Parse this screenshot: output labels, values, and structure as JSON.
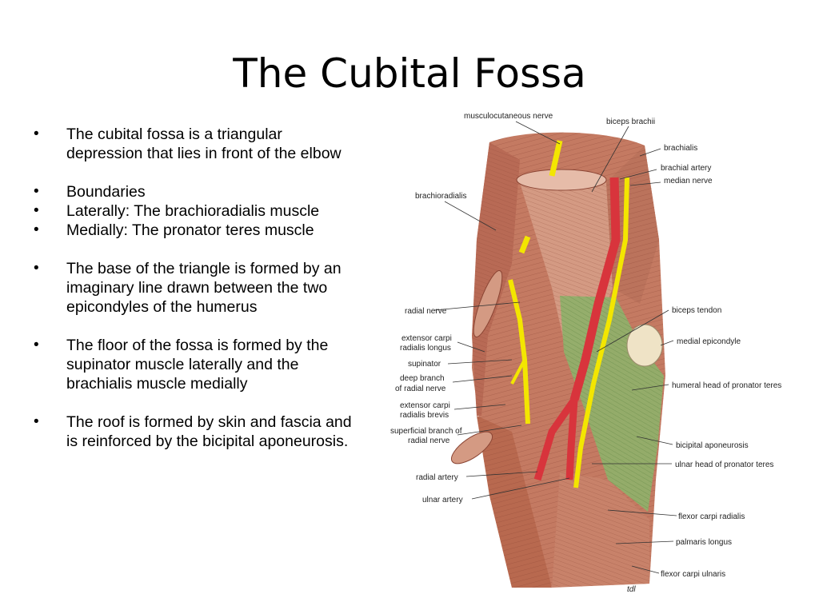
{
  "slide": {
    "title": "The Cubital Fossa",
    "bullets": [
      {
        "text": "The cubital fossa is a triangular depression that lies in front of the elbow",
        "gap_after": true
      },
      {
        "text": "Boundaries",
        "gap_after": false
      },
      {
        "text": "Laterally: The brachioradialis muscle",
        "gap_after": false
      },
      {
        "text": "Medially: The pronator teres muscle",
        "gap_after": true
      },
      {
        "text": "The base of the triangle is formed by an imaginary line drawn between the two epicondyles of the humerus",
        "gap_after": true
      },
      {
        "text": "The floor of the fossa is formed by the supinator muscle laterally and the brachialis muscle medially",
        "gap_after": true
      },
      {
        "text": "The roof is formed by skin and fascia and is reinforced by the bicipital aponeurosis.",
        "gap_after": false
      }
    ],
    "bullet_glyph": "•"
  },
  "figure": {
    "labels_top": [
      "musculocutaneous nerve",
      "biceps brachii"
    ],
    "labels_left": [
      "brachioradialis",
      "radial  nerve",
      "extensor carpi",
      "radialis longus",
      "supinator",
      "deep branch",
      "of radial nerve",
      "extensor carpi",
      "radialis brevis",
      "superficial branch of",
      "radial nerve",
      "radial artery",
      "ulnar artery"
    ],
    "labels_right": [
      "brachialis",
      "brachial artery",
      "median nerve",
      "biceps tendon",
      "medial epicondyle",
      "humeral head of pronator teres",
      "bicipital aponeurosis",
      "ulnar head of pronator teres",
      "flexor carpi radialis",
      "palmaris longus",
      "flexor carpi ulnaris"
    ],
    "signature": "tdl",
    "colors": {
      "muscle": "#c47a62",
      "muscle_dark": "#a85a45",
      "muscle_light": "#dca690",
      "aponeurosis": "#8fb06a",
      "nerve": "#f3e600",
      "artery": "#d8343c",
      "bone": "#efe3c6"
    }
  }
}
